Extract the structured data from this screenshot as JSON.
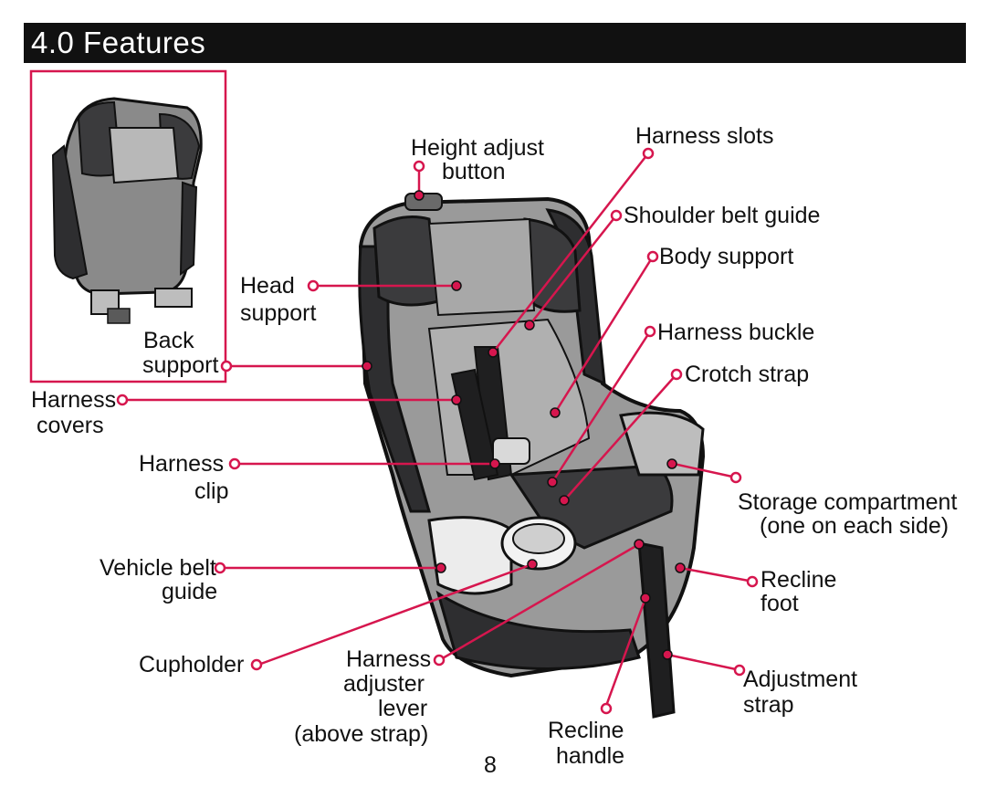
{
  "header": {
    "title": "4.0 Features"
  },
  "page_number": "8",
  "colors": {
    "accent": "#d6164e",
    "header_bg": "#111111",
    "seat_dark": "#3b3b3d",
    "seat_mid": "#8a8a8a",
    "seat_light": "#b8b8b8"
  },
  "labels": {
    "height_adjust": [
      "Height adjust",
      "button"
    ],
    "harness_slots": [
      "Harness slots"
    ],
    "shoulder_belt_guide": [
      "Shoulder belt guide"
    ],
    "body_support": [
      "Body support"
    ],
    "head_support": [
      "Head",
      "support"
    ],
    "harness_buckle": [
      "Harness buckle"
    ],
    "back_support": [
      "Back",
      "support"
    ],
    "crotch_strap": [
      "Crotch strap"
    ],
    "harness_covers": [
      "Harness",
      "covers"
    ],
    "harness_clip": [
      "Harness",
      "clip"
    ],
    "storage_compartment": [
      "Storage compartment",
      "(one on each side)"
    ],
    "vehicle_belt_guide": [
      "Vehicle belt",
      "guide"
    ],
    "recline_foot": [
      "Recline",
      "foot"
    ],
    "cupholder": [
      "Cupholder"
    ],
    "harness_adjuster_lever": [
      "Harness",
      "adjuster",
      "lever",
      "(above strap)"
    ],
    "adjustment_strap": [
      "Adjustment",
      "strap"
    ],
    "recline_handle": [
      "Recline",
      "handle"
    ]
  }
}
